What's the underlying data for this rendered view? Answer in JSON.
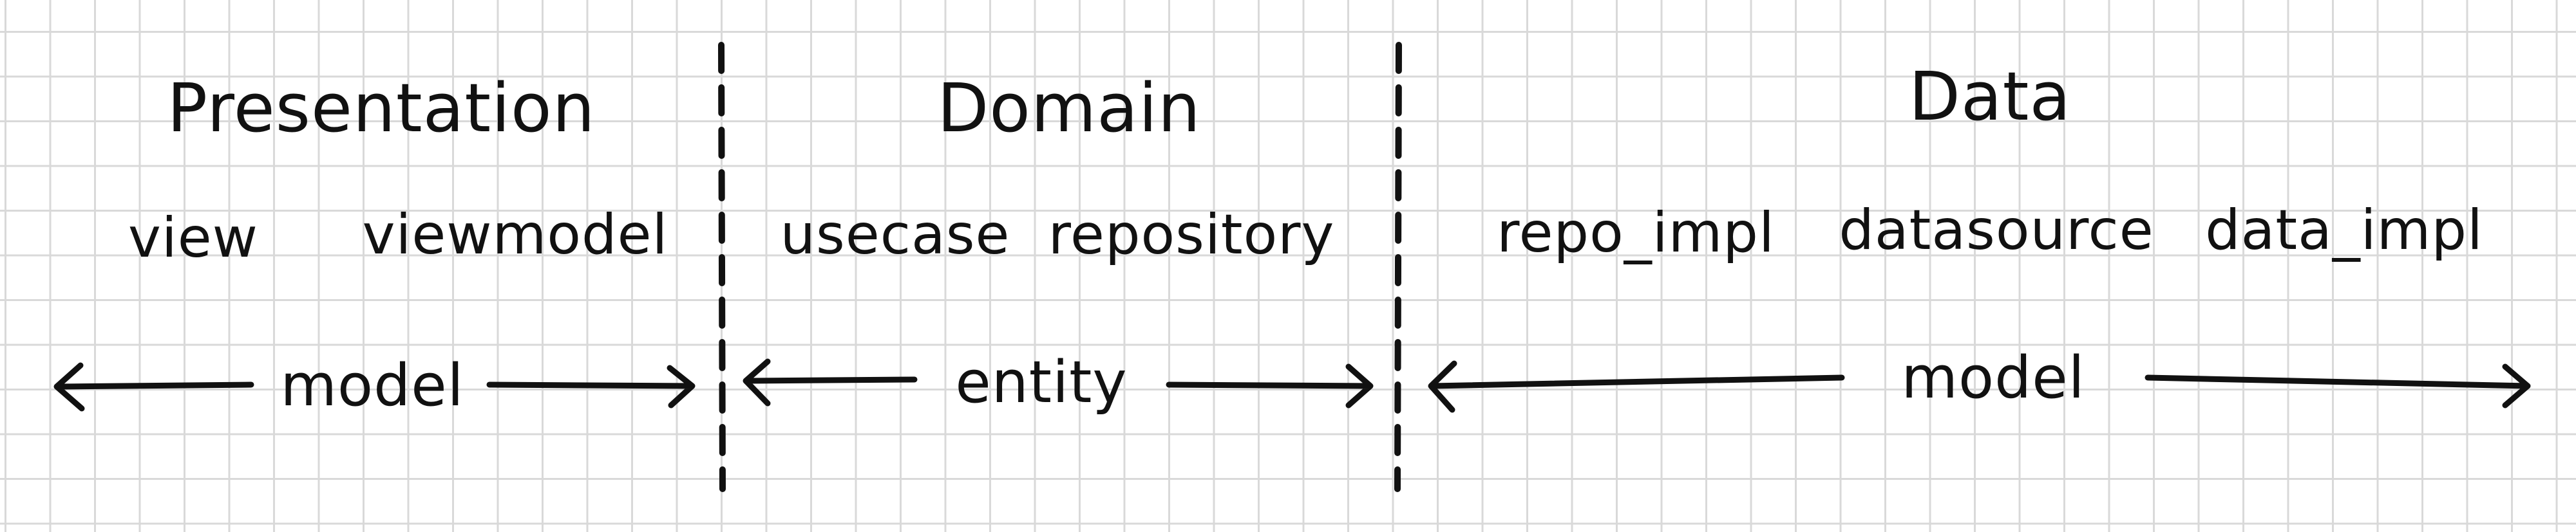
{
  "layers": [
    {
      "id": "presentation",
      "title": "Presentation",
      "components": [
        "view",
        "viewmodel"
      ],
      "flow_label": "model"
    },
    {
      "id": "domain",
      "title": "Domain",
      "components": [
        "usecase",
        "repository"
      ],
      "flow_label": "entity"
    },
    {
      "id": "data",
      "title": "Data",
      "components": [
        "repo_impl",
        "datasource",
        "data_impl"
      ],
      "flow_label": "model"
    }
  ],
  "style": {
    "ink": "#111111",
    "grid": "#d9d9d9",
    "background": "#ffffff"
  }
}
